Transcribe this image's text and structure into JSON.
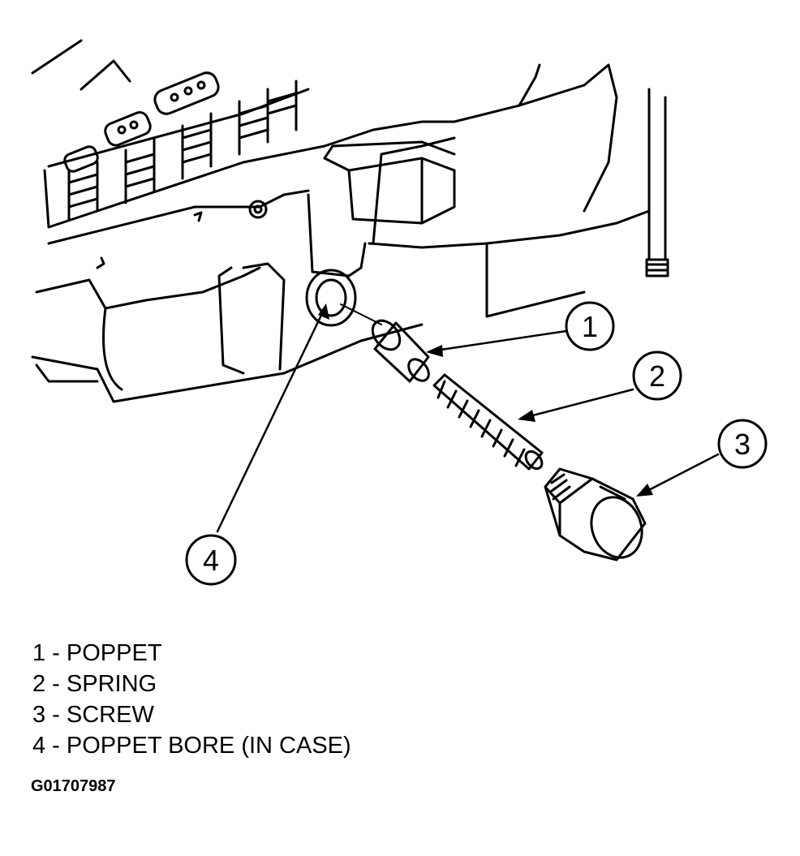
{
  "callouts": [
    {
      "number": "1"
    },
    {
      "number": "2"
    },
    {
      "number": "3"
    },
    {
      "number": "4"
    }
  ],
  "legend": [
    "1 - POPPET",
    "2 - SPRING",
    "3 - SCREW",
    "4 - POPPET BORE (IN CASE)"
  ],
  "figure_id": "G01707987",
  "colors": {
    "line": "#000000",
    "background": "#ffffff"
  }
}
